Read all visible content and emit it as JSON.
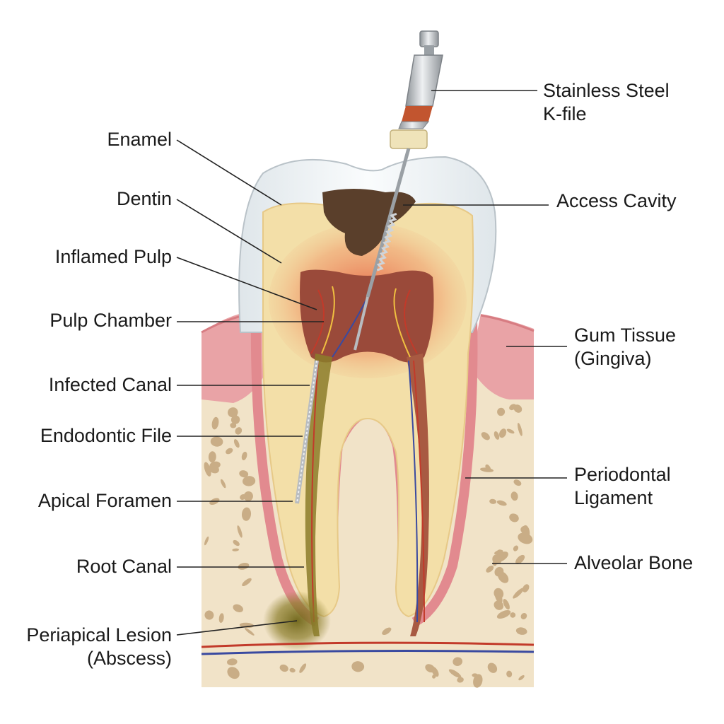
{
  "labels": {
    "enamel": "Enamel",
    "dentin": "Dentin",
    "inflamed_pulp": "Inflamed Pulp",
    "pulp_chamber": "Pulp Chamber",
    "infected_canal": "Infected Canal",
    "endodontic_file": "Endodontic File",
    "apical_foramen": "Apical Foramen",
    "root_canal": "Root Canal",
    "periapical_lesion": [
      "Periapical Lesion",
      "(Abscess)"
    ],
    "stainless_steel_kfile": [
      "Stainless Steel",
      "K-file"
    ],
    "access_cavity": "Access Cavity",
    "gum_tissue": [
      "Gum Tissue",
      "(Gingiva)"
    ],
    "periodontal_ligament": [
      "Periodontal",
      "Ligament"
    ],
    "alveolar_bone": "Alveolar Bone"
  },
  "colors": {
    "enamel": "#eef2f4",
    "dentin": "#f3dfa8",
    "pulp": "#9a4a3a",
    "inflammation": "#e3553a",
    "infection": "#8b7d2a",
    "gum": "#e9a3a6",
    "bone": "#f1e3c8",
    "bone_pores": "#c9ad86",
    "leader_line": "#222222",
    "instrument_steel": "#b8bcc0",
    "instrument_band": "#c2552f",
    "access_cavity": "#5a3f2b"
  }
}
